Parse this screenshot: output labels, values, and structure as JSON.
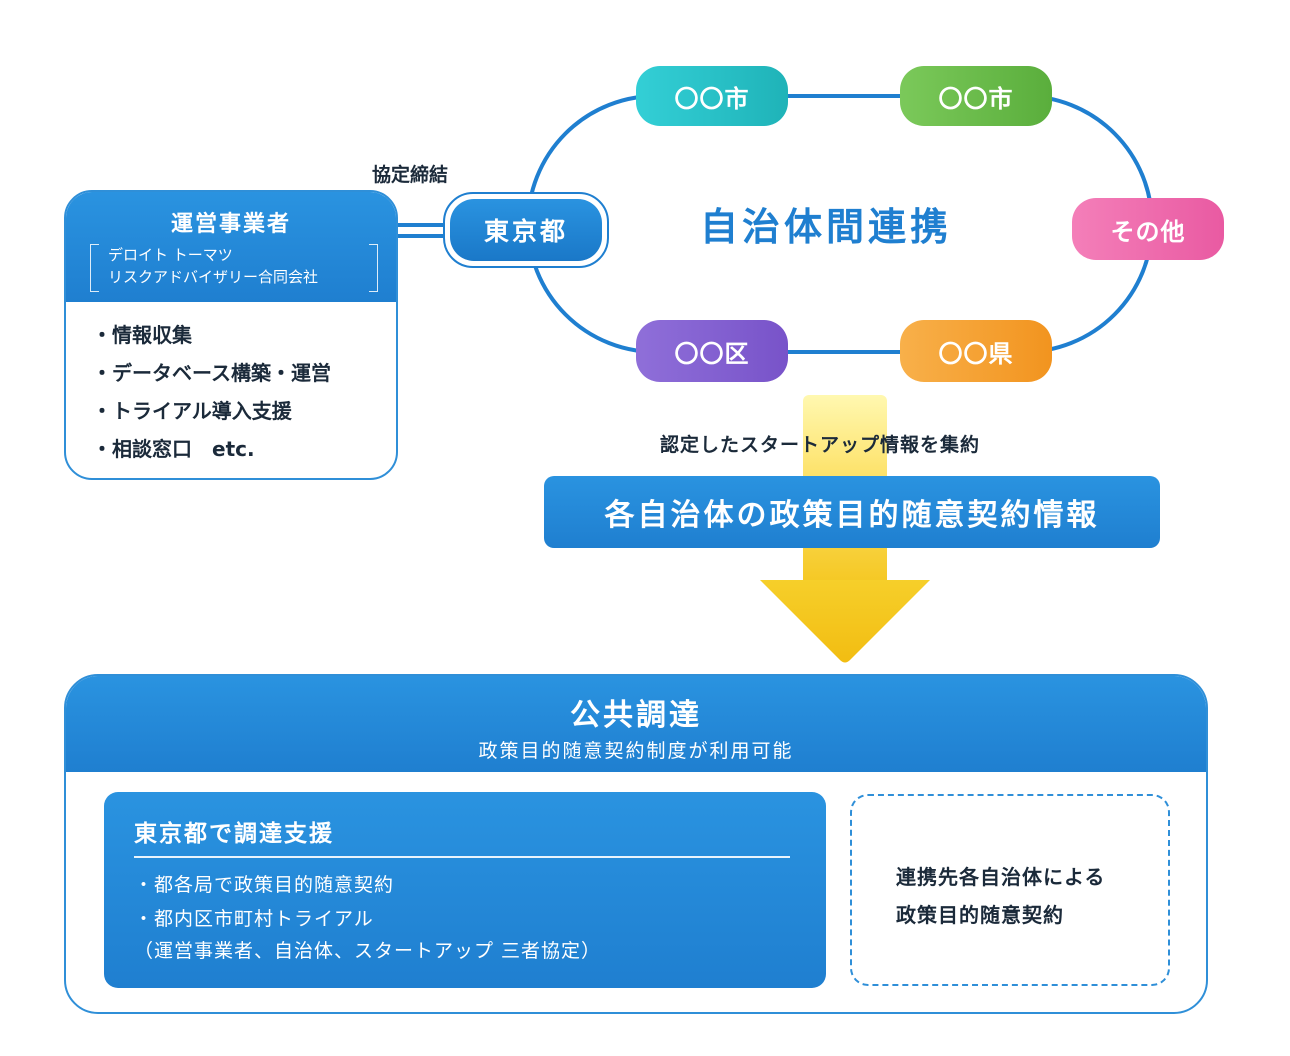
{
  "operator": {
    "title": "運営事業者",
    "company_line1": "デロイト トーマツ",
    "company_line2": "リスクアドバイザリー合同会社",
    "items": [
      "・情報収集",
      "・データベース構築・運営",
      "・トライアル導入支援",
      "・相談窓口　etc."
    ]
  },
  "agreement_label": "協定締結",
  "tokyo": "東京都",
  "municipalities": {
    "city1": "〇〇市",
    "city2": "〇〇市",
    "other": "その他",
    "ward": "〇〇区",
    "prefecture": "〇〇県"
  },
  "collab_title": "自治体間連携",
  "collect_label": "認定したスタートアップ情報を集約",
  "info_banner": "各自治体の政策目的随意契約情報",
  "procurement": {
    "title": "公共調達",
    "subtitle": "政策目的随意契約制度が利用可能",
    "support": {
      "title": "東京都で調達支援",
      "item1": "・都各局で政策目的随意契約",
      "item2": "・都内区市町村トライアル",
      "note": "（運営事業者、自治体、スタートアップ 三者協定）"
    },
    "partner_line1": "連携先各自治体による",
    "partner_line2": "政策目的随意契約"
  },
  "colors": {
    "primary_blue": "#1f7fd0",
    "arrow_yellow": "#f4c51c",
    "teal": "#1fb3b8",
    "green": "#5aae3c",
    "pink": "#e95aa2",
    "purple": "#7853c9",
    "orange": "#f2941f"
  }
}
